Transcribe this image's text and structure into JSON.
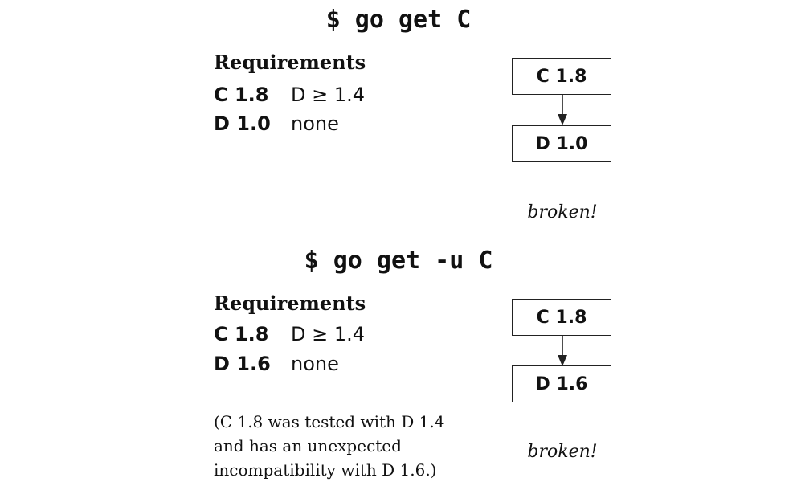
{
  "scenarios": [
    {
      "command": "$ go get C",
      "requirements_heading": "Requirements",
      "requirements": [
        {
          "module": "C 1.8",
          "dependency": "D ≥ 1.4"
        },
        {
          "module": "D 1.0",
          "dependency": "none"
        }
      ],
      "graph": {
        "top": "C 1.8",
        "bottom": "D 1.0"
      },
      "status": "broken!"
    },
    {
      "command": "$ go get -u C",
      "requirements_heading": "Requirements",
      "requirements": [
        {
          "module": "C 1.8",
          "dependency": "D ≥ 1.4"
        },
        {
          "module": "D 1.6",
          "dependency": "none"
        }
      ],
      "graph": {
        "top": "C 1.8",
        "bottom": "D 1.6"
      },
      "status": "broken!",
      "note_lines": [
        "(C 1.8 was tested with D 1.4",
        "and has an unexpected",
        "incompatibility with D 1.6.)"
      ]
    }
  ]
}
